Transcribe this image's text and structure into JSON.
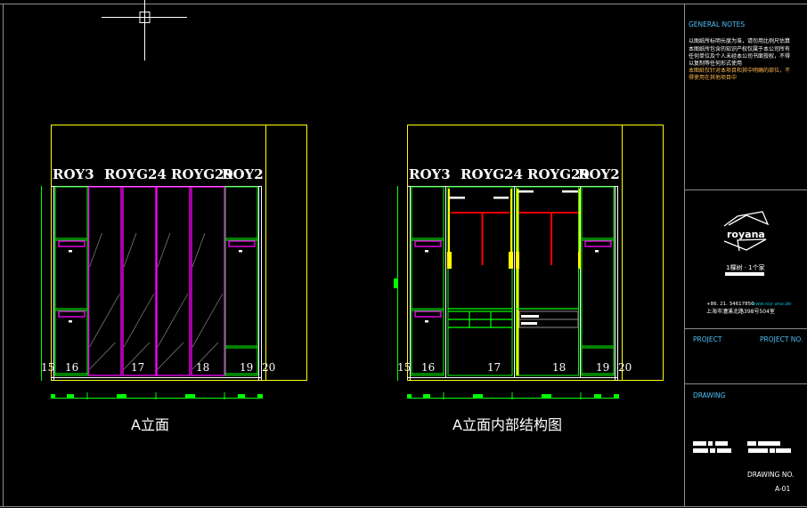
{
  "colors": {
    "background": "#000000",
    "frame": "#8c8c8c",
    "outline": "#ffff00",
    "panel": "#00ff00",
    "door": "#ff00ff",
    "rod": "#ff0000",
    "text": "#ffffff",
    "link": "#00bcd4"
  },
  "elevations": [
    {
      "title": "A立面",
      "labels": [
        "ROY3",
        "ROYG24",
        "ROYG29",
        "ROY2"
      ],
      "numbers": [
        "15",
        "16",
        "17",
        "18",
        "19",
        "20"
      ]
    },
    {
      "title": "A立面内部结构图",
      "labels": [
        "ROY3",
        "ROYG24",
        "ROYG29",
        "ROY2"
      ],
      "numbers": [
        "15",
        "16",
        "17",
        "18",
        "19",
        "20"
      ]
    }
  ],
  "title_block": {
    "general_notes_heading": "GENERAL NOTES",
    "notes": [
      "以图纸所标明长度为准，请勿用比例尺估算",
      "本图纸所包含的知识产权仅属于本公司所有",
      "任何单位及个人未经本公司书面授权，不得",
      "以复制等任何形式使用",
      "本图纸仅针对本项目和其中明确的部位，不",
      "得使用在其他项目中"
    ],
    "logo_text": "royana",
    "tagline": "1棵树 · 1个家",
    "phone": "+86. 21. 34617850",
    "website": "www.roy ana.de",
    "address": "上海市漕溪北路398号504室",
    "project_label": "PROJECT",
    "project_no_label": "PROJECT NO.",
    "drawing_label": "DRAWING",
    "drawing_no_label": "DRAWING NO.",
    "drawing_no": "A-01"
  }
}
